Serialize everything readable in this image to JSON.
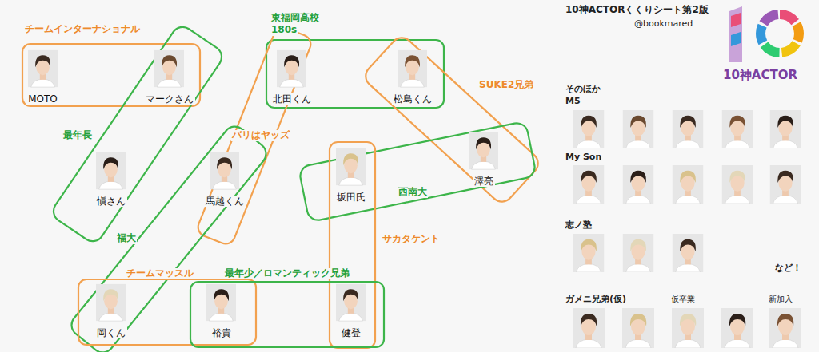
{
  "diagram": {
    "title": "10神ACTORくくりシート第2版",
    "nodes": [
      {
        "text": [
          "MOTO"
        ]
      },
      {
        "text": [
          "マークさん"
        ]
      },
      {
        "text": [
          "北田くん"
        ]
      },
      {
        "text": [
          "松島くん"
        ]
      },
      {
        "text": [
          "愼さん"
        ]
      },
      {
        "text": [
          "馬越くん"
        ]
      },
      {
        "text": [
          "坂田氏"
        ]
      },
      {
        "text": [
          "澤亮"
        ]
      },
      {
        "text": [
          "岡くん"
        ]
      },
      {
        "text": [
          "裕貴"
        ]
      },
      {
        "text": [
          "健登"
        ]
      }
    ],
    "labels": [
      "チームインターナショナル",
      "東福岡高校",
      "180s",
      "最年長",
      "バリはヤッズ",
      "SUKE2兄弟",
      "西南大",
      "サカタケント",
      "福大",
      "チームマッスル",
      "最年少／ロマンティック兄弟",
      "@bookmared",
      "10神ACTOR",
      "そのほか",
      "M5",
      "My Son",
      "志ノ塾",
      "など！",
      "ガメニ兄弟(仮)",
      "仮卒業",
      "新加入"
    ]
  }
}
